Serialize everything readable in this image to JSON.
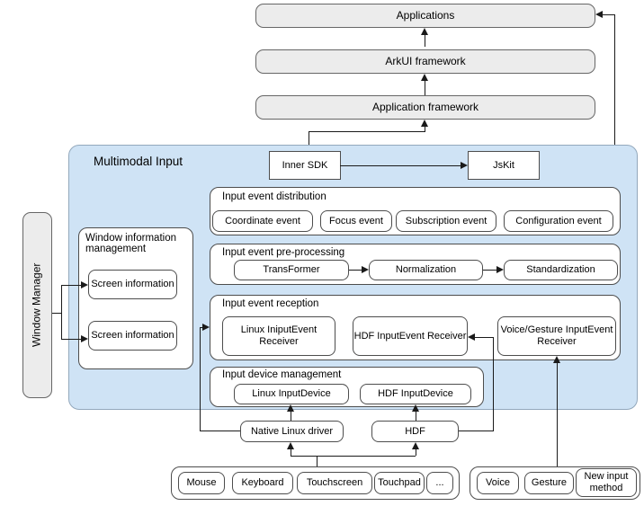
{
  "top_stack": {
    "applications": "Applications",
    "arkui": "ArkUI framework",
    "app_framework": "Application framework"
  },
  "multimodal": {
    "title": "Multimodal Input",
    "inner_sdk": "Inner SDK",
    "jskit": "JsKit",
    "distribution": {
      "title": "Input event distribution",
      "items": [
        "Coordinate event",
        "Focus event",
        "Subscription event",
        "Configuration event"
      ]
    },
    "preprocessing": {
      "title": "Input event pre-processing",
      "items": [
        "TransFormer",
        "Normalization",
        "Standardization"
      ]
    },
    "reception": {
      "title": "Input event reception",
      "items": [
        "Linux IniputEvent Receiver",
        "HDF InputEvent Receiver",
        "Voice/Gesture InputEvent Receiver"
      ]
    },
    "device_management": {
      "title": "Input device management",
      "items": [
        "Linux InputDevice",
        "HDF InputDevice"
      ]
    },
    "window_info": {
      "title": "Window information management",
      "items": [
        "Screen information",
        "Screen information"
      ]
    }
  },
  "window_manager": "Window Manager",
  "drivers": {
    "native_linux": "Native Linux driver",
    "hdf": "HDF"
  },
  "devices_left": [
    "Mouse",
    "Keyboard",
    "Touchscreen",
    "Touchpad",
    "..."
  ],
  "devices_right": [
    "Voice",
    "Gesture",
    "New input method"
  ],
  "colors": {
    "container_blue": "#cfe3f5",
    "box_gray": "#ececec",
    "box_white": "#ffffff",
    "line": "#1a1a1a"
  }
}
